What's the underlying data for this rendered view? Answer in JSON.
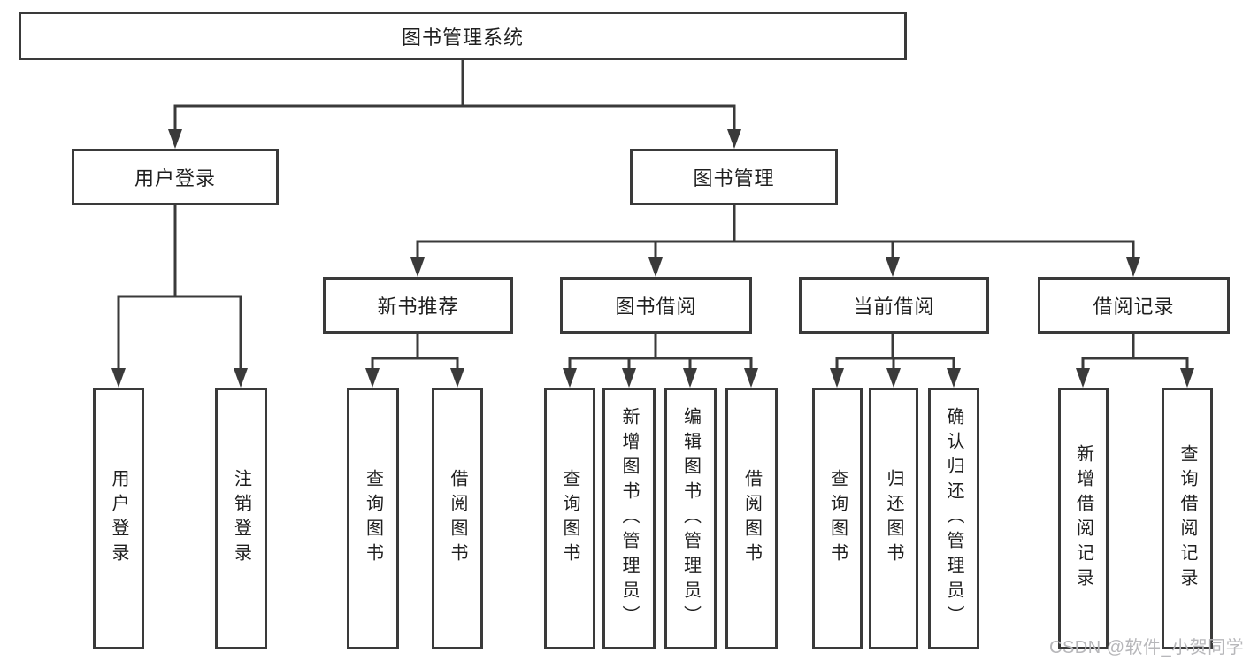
{
  "diagram": {
    "root_label": "图书管理系统",
    "level1": [
      {
        "label": "用户登录",
        "children": [
          "用户登录",
          "注销登录"
        ]
      },
      {
        "label": "图书管理"
      }
    ],
    "groups": [
      {
        "label": "新书推荐",
        "children": [
          "查询图书",
          "借阅图书"
        ]
      },
      {
        "label": "图书借阅",
        "children": [
          "查询图书",
          "新增图书（管理员）",
          "编辑图书（管理员）",
          "借阅图书"
        ]
      },
      {
        "label": "当前借阅",
        "children": [
          "查询图书",
          "归还图书",
          "确认归还（管理员）"
        ]
      },
      {
        "label": "借阅记录",
        "children": [
          "新增借阅记录",
          "查询借阅记录"
        ]
      }
    ],
    "watermark": "CSDN @软件_小贺同学",
    "colors": {
      "line": "#3a3a3a",
      "text": "#1f1f1f",
      "box_bg": "#ffffff",
      "watermark": "#b7b7ba"
    }
  }
}
